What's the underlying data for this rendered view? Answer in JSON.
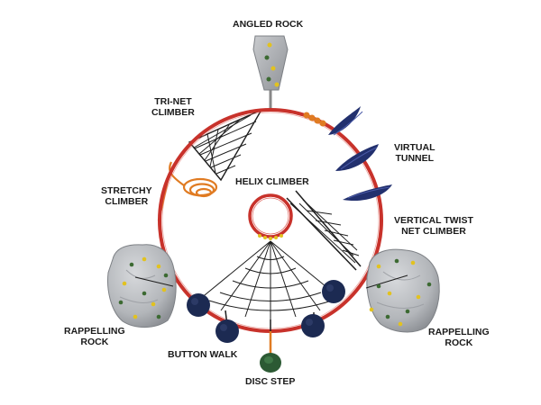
{
  "labels": {
    "angled_rock": "ANGLED ROCK",
    "tri_net_climber": [
      "TRI-NET",
      "CLIMBER"
    ],
    "virtual_tunnel": [
      "VIRTUAL",
      "TUNNEL"
    ],
    "stretchy_climber": [
      "STRETCHY",
      "CLIMBER"
    ],
    "helix_climber": "HELIX CLIMBER",
    "vertical_twist_net_climber": [
      "VERTICAL TWIST",
      "NET CLIMBER"
    ],
    "rappelling_rock_left": [
      "RAPPELLING",
      "ROCK"
    ],
    "rappelling_rock_right": [
      "RAPPELLING",
      "ROCK"
    ],
    "button_walk": "BUTTON WALK",
    "disc_step": "DISC STEP"
  },
  "colors": {
    "ring": "#c8322b",
    "net": "#1e1e1e",
    "rock": "#b9bcc0",
    "rock_hold_yellow": "#e2c21f",
    "rock_hold_green": "#3c6a32",
    "button_seat": "#1c2a52",
    "tunnel": "#22306e",
    "stretchy": "#e07b22",
    "disc": "#2c5a34"
  }
}
